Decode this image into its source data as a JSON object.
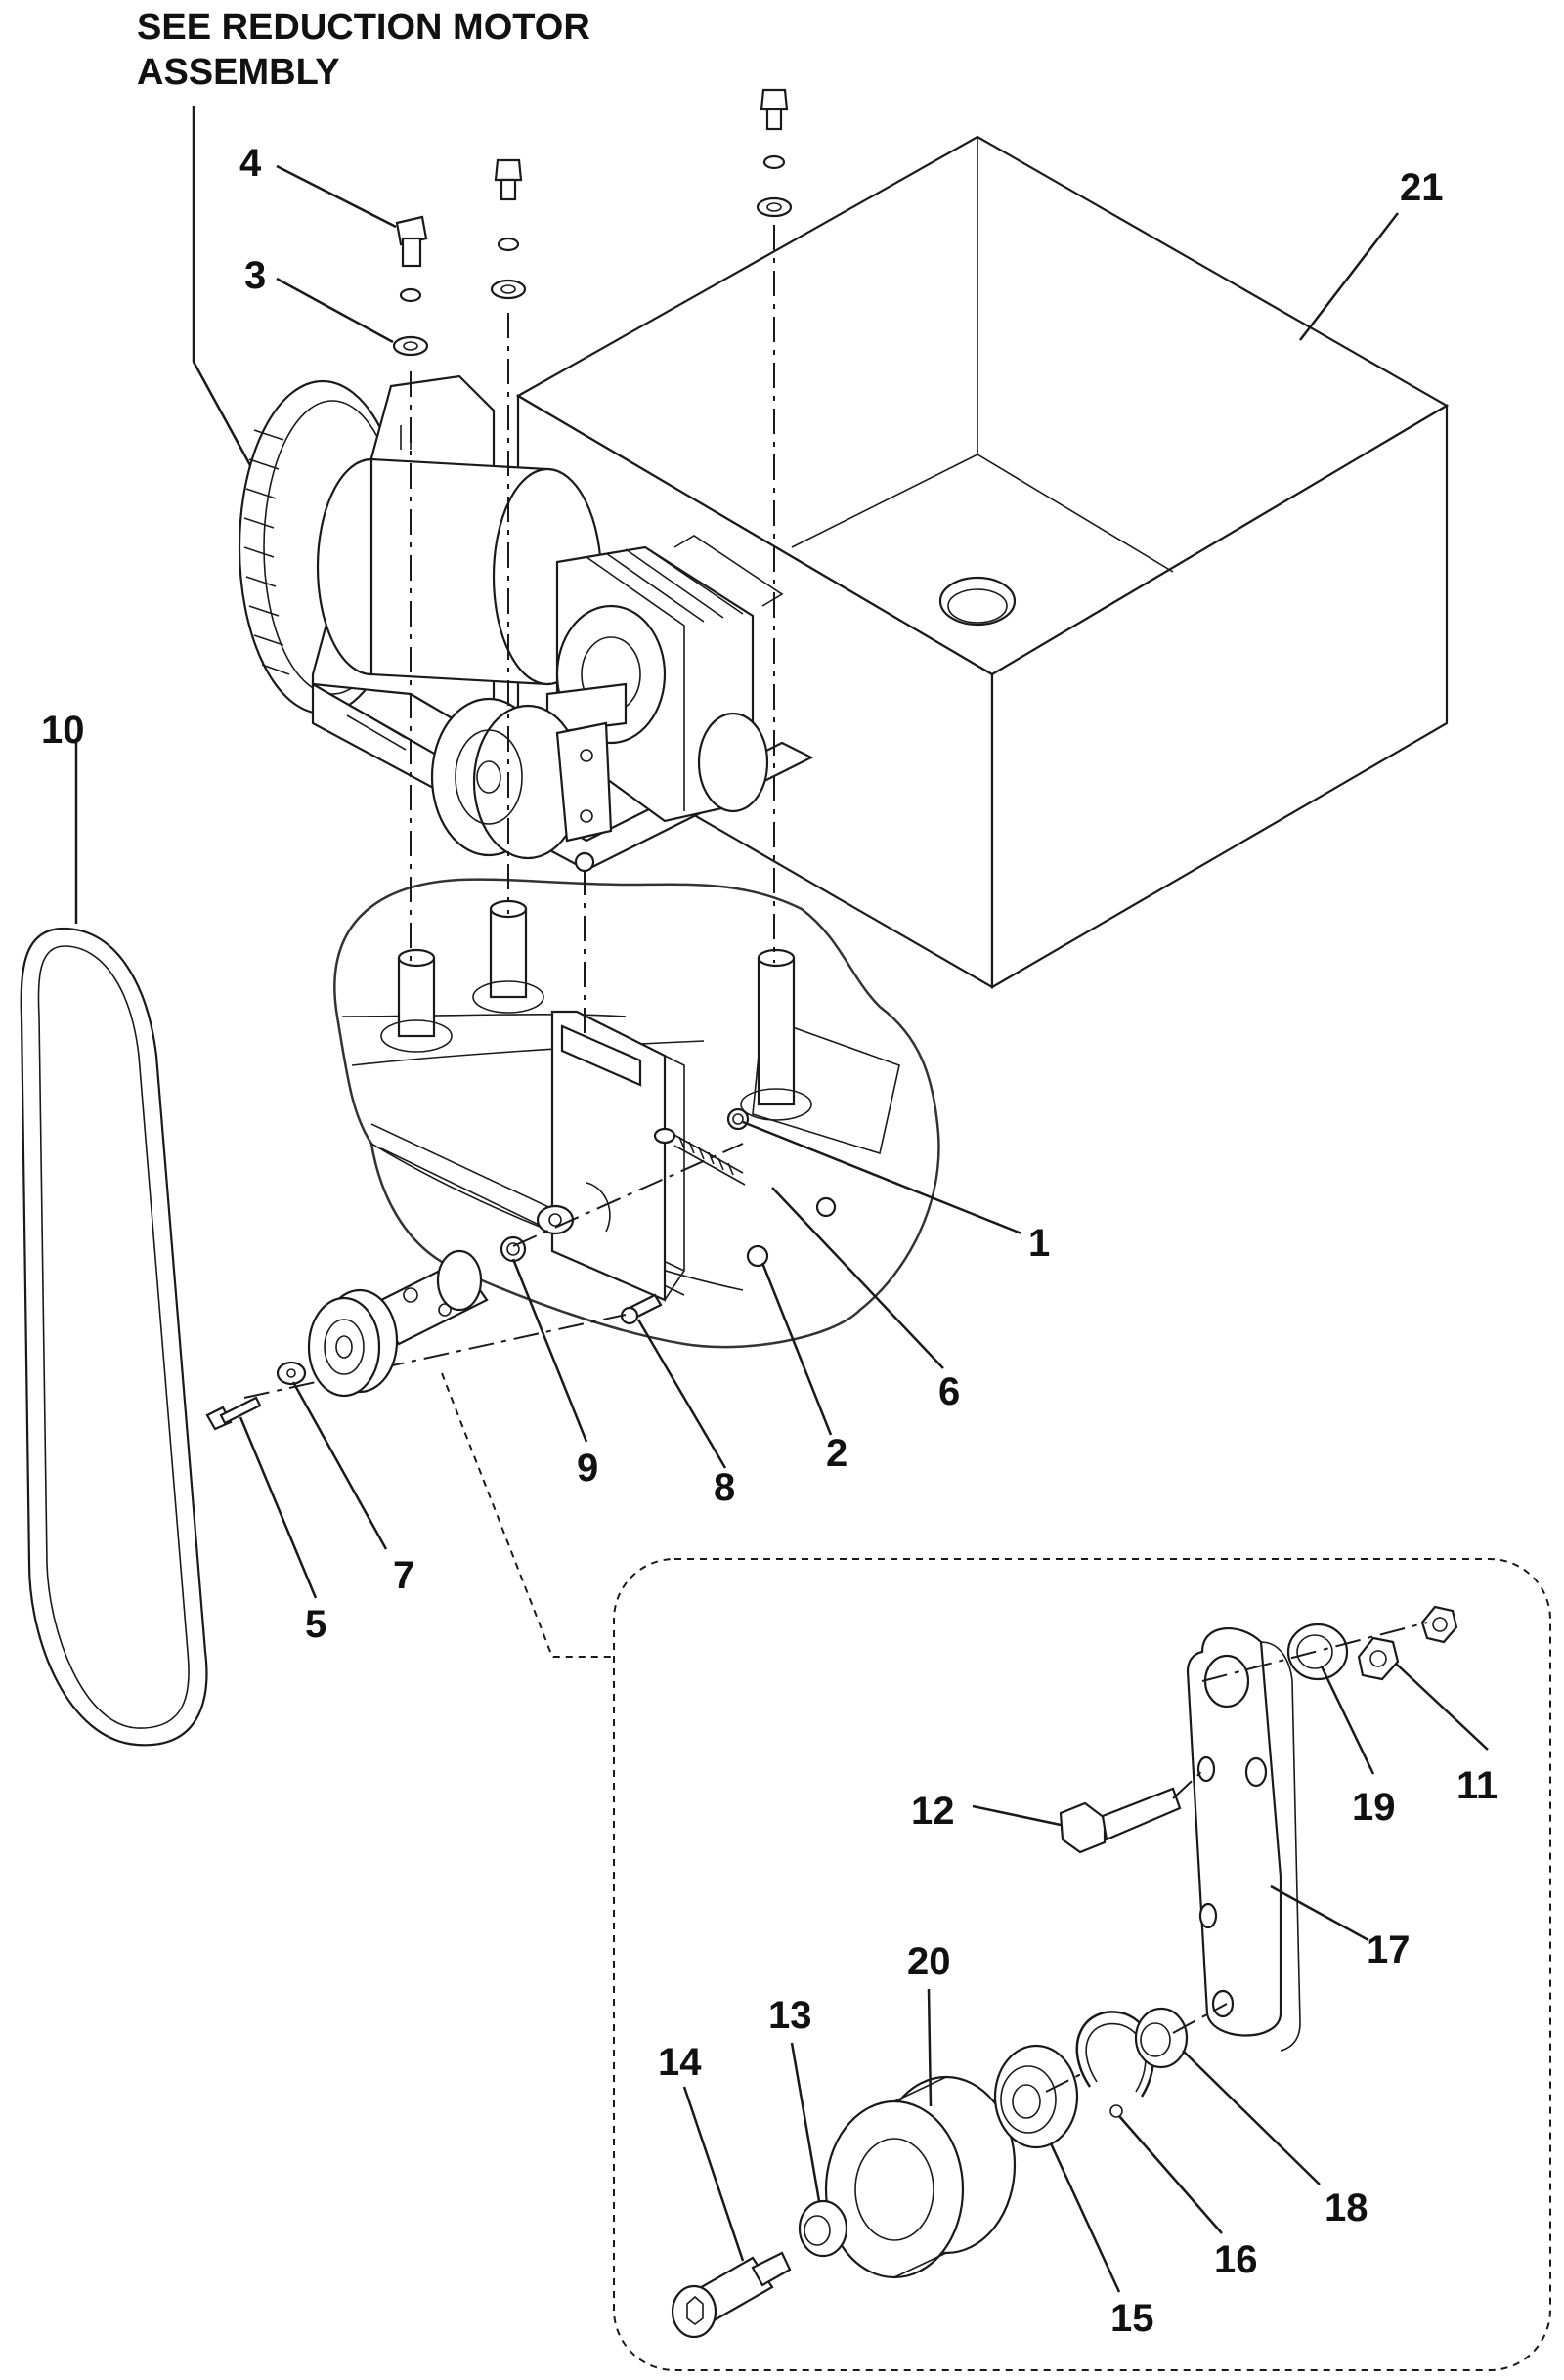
{
  "note": {
    "line1": "SEE REDUCTION MOTOR",
    "line2": "ASSEMBLY"
  },
  "callouts": {
    "c1": "1",
    "c2": "2",
    "c3": "3",
    "c4": "4",
    "c5": "5",
    "c6": "6",
    "c7": "7",
    "c8": "8",
    "c9": "9",
    "c10": "10",
    "c11": "11",
    "c12": "12",
    "c13": "13",
    "c14": "14",
    "c15": "15",
    "c16": "16",
    "c17": "17",
    "c18": "18",
    "c19": "19",
    "c20": "20",
    "c21": "21"
  }
}
